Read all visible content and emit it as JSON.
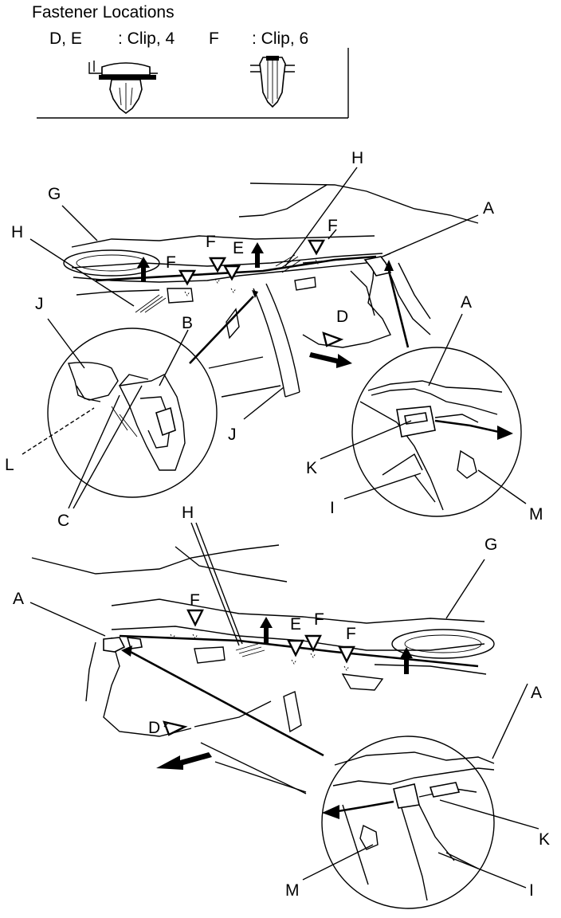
{
  "legend": {
    "title": "Fastener Locations",
    "clip_de": {
      "letters": "D, E",
      "desc": ": Clip, 4"
    },
    "clip_f": {
      "letters": "F",
      "desc": ": Clip, 6"
    }
  },
  "top_view": {
    "labels": {
      "G": "G",
      "H_left": "H",
      "H_top": "H",
      "A": "A",
      "F_left": "F",
      "F_mid": "F",
      "E": "E",
      "F_right": "F",
      "D": "D",
      "J_circle": "J",
      "B": "B",
      "L": "L",
      "C": "C",
      "J_bottom": "J",
      "A_detail": "A",
      "K": "K",
      "I": "I",
      "M": "M"
    }
  },
  "bottom_view": {
    "labels": {
      "A": "A",
      "H": "H",
      "G": "G",
      "F_left": "F",
      "E": "E",
      "F_mid": "F",
      "F_right": "F",
      "D": "D",
      "A_detail": "A",
      "K": "K",
      "M": "M",
      "I": "I"
    }
  }
}
